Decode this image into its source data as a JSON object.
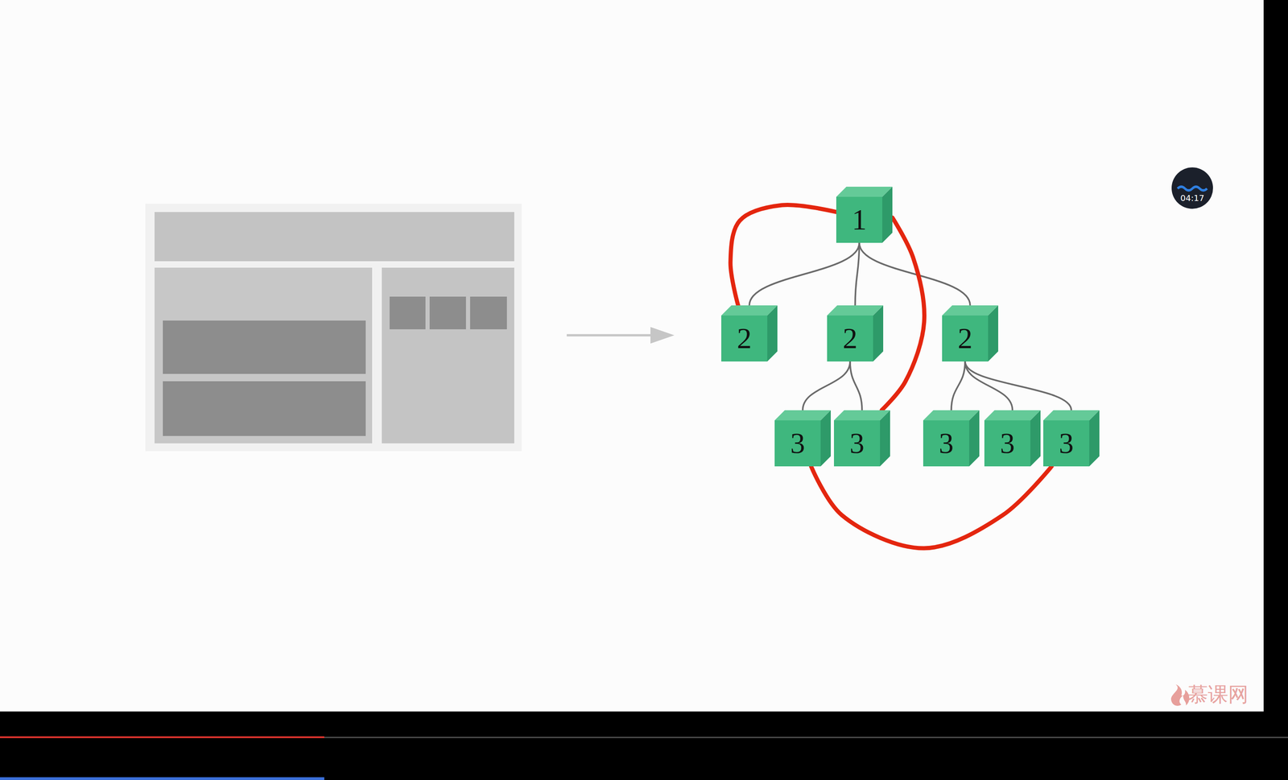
{
  "diagram": {
    "nodes": [
      {
        "text": [
          "1"
        ]
      },
      {
        "text": [
          "2"
        ]
      },
      {
        "text": [
          "2"
        ]
      },
      {
        "text": [
          "2"
        ]
      },
      {
        "text": [
          "3"
        ]
      },
      {
        "text": [
          "3"
        ]
      },
      {
        "text": [
          "3"
        ]
      },
      {
        "text": [
          "3"
        ]
      },
      {
        "text": [
          "3"
        ]
      }
    ],
    "edges": [
      {
        "from": 0,
        "to": 1,
        "arrow": "none"
      },
      {
        "from": 0,
        "to": 2,
        "arrow": "none"
      },
      {
        "from": 0,
        "to": 3,
        "arrow": "none"
      },
      {
        "from": 2,
        "to": 4,
        "arrow": "none"
      },
      {
        "from": 2,
        "to": 5,
        "arrow": "none"
      },
      {
        "from": 3,
        "to": 6,
        "arrow": "none"
      },
      {
        "from": 3,
        "to": 7,
        "arrow": "none"
      },
      {
        "from": 3,
        "to": 8,
        "arrow": "none"
      },
      {
        "from": 0,
        "to": 1,
        "arrow": "none"
      },
      {
        "from": 0,
        "to": 5,
        "arrow": "none"
      },
      {
        "from": 4,
        "to": 8,
        "arrow": "none"
      }
    ],
    "labels": [
      "04:17",
      "慕课网"
    ]
  }
}
